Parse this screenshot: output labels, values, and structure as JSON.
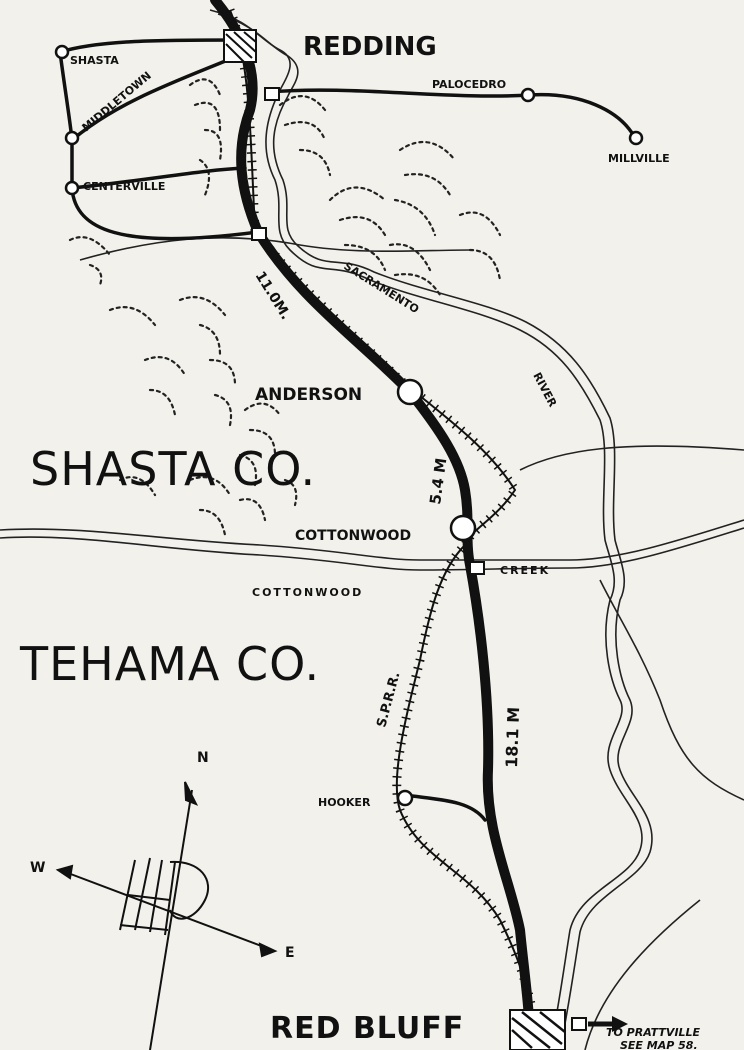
{
  "map": {
    "towns": {
      "redding": "REDDING",
      "shasta": "SHASTA",
      "middletown": "MIDDLETOWN",
      "centerville": "CENTERVILLE",
      "palocedro": "PALOCEDRO",
      "millville": "MILLVILLE",
      "anderson": "ANDERSON",
      "cottonwood": "COTTONWOOD",
      "hooker": "HOOKER",
      "red_bluff": "RED BLUFF"
    },
    "counties": {
      "shasta": "SHASTA CO.",
      "tehama": "TEHAMA CO."
    },
    "waterways": {
      "sacramento": "SACRAMENTO",
      "river": "RIVER",
      "cottonwood_creek_1": "COTTONWOOD",
      "cottonwood_creek_2": "CREEK"
    },
    "distances": {
      "redding_anderson": "11.0M.",
      "anderson_cottonwood": "5.4 M",
      "cottonwood_redbluff": "18.1 M"
    },
    "railroad": "S.P.R.R.",
    "note_line1": "TO PRATTVILLE",
    "note_line2": "SEE MAP 58.",
    "compass": {
      "n": "N",
      "e": "E",
      "w": "W"
    }
  }
}
